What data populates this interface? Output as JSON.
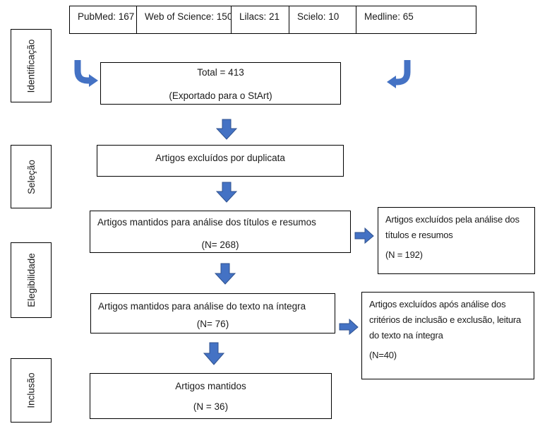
{
  "colors": {
    "arrow_fill": "#4472C4",
    "arrow_stroke": "#2F528F",
    "border": "#000000",
    "background": "#FFFFFF"
  },
  "sources": [
    "PubMed: 167",
    "Web of Science: 150",
    "Lilacs: 21",
    "Scielo: 10",
    "Medline: 65"
  ],
  "stages": [
    "Identificação",
    "Seleção",
    "Elegibilidade",
    "Inclusão"
  ],
  "flow": {
    "total": {
      "line1": "Total = 413",
      "line2": "(Exportado para o StArt)"
    },
    "duplicates": {
      "line1": "Artigos excluídos por duplicata"
    },
    "titles_kept": {
      "line1": "Artigos mantidos para análise dos títulos e resumos",
      "line2": "(N= 268)"
    },
    "titles_excluded": {
      "line1": "Artigos excluídos pela análise dos títulos e resumos",
      "line2": "(N = 192)"
    },
    "fulltext_kept": {
      "line1": "Artigos mantidos para análise do texto na íntegra",
      "line2": "(N= 76)"
    },
    "fulltext_excluded": {
      "line1": "Artigos excluídos após análise dos critérios de inclusão e exclusão, leitura do texto na íntegra",
      "line2": "(N=40)"
    },
    "included": {
      "line1": "Artigos mantidos",
      "line2": "(N = 36)"
    }
  }
}
